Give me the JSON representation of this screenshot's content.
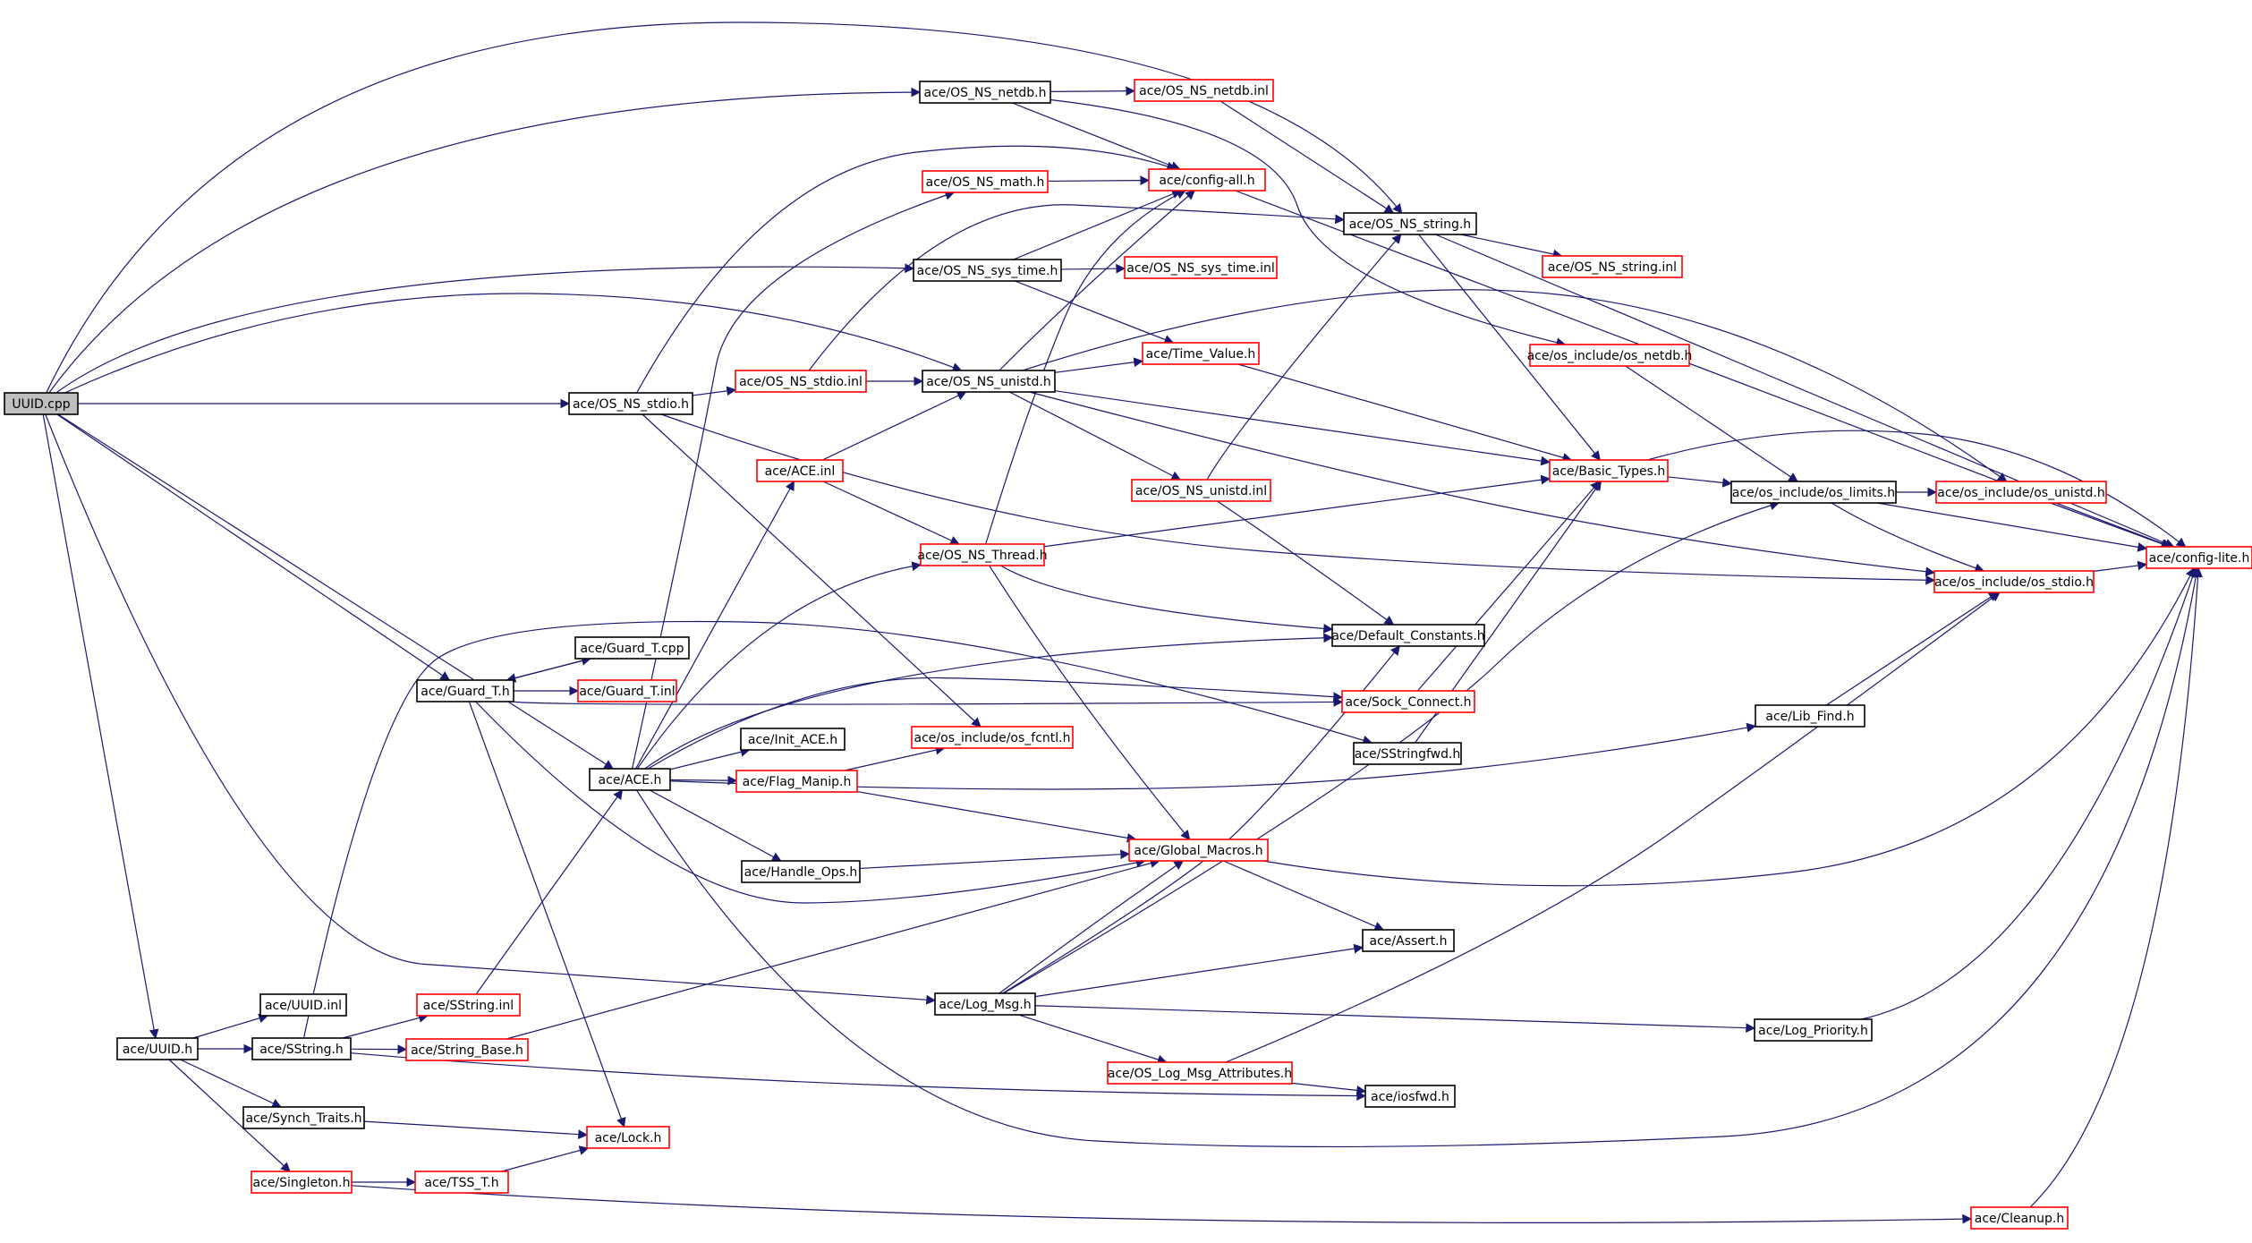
{
  "colors": {
    "edge": "#191970",
    "node_border_default": "#000000",
    "node_border_red": "#ff0000",
    "root_fill": "#bfbfbf",
    "node_fill": "#ffffff"
  },
  "nodes": [
    {
      "id": "uuid_cpp",
      "label": "UUID.cpp",
      "root": true
    },
    {
      "id": "os_ns_netdb_h",
      "label": "ace/OS_NS_netdb.h"
    },
    {
      "id": "os_ns_netdb_inl",
      "label": "ace/OS_NS_netdb.inl",
      "red": true
    },
    {
      "id": "config_all_h",
      "label": "ace/config-all.h",
      "red": true
    },
    {
      "id": "os_ns_math_h",
      "label": "ace/OS_NS_math.h",
      "red": true
    },
    {
      "id": "os_ns_string_h",
      "label": "ace/OS_NS_string.h"
    },
    {
      "id": "os_ns_string_inl",
      "label": "ace/OS_NS_string.inl",
      "red": true
    },
    {
      "id": "os_ns_sys_time_h",
      "label": "ace/OS_NS_sys_time.h"
    },
    {
      "id": "os_ns_sys_time_inl",
      "label": "ace/OS_NS_sys_time.inl",
      "red": true
    },
    {
      "id": "time_value_h",
      "label": "ace/Time_Value.h",
      "red": true
    },
    {
      "id": "os_include_os_netdb_h",
      "label": "ace/os_include/os_netdb.h",
      "red": true
    },
    {
      "id": "os_ns_stdio_h",
      "label": "ace/OS_NS_stdio.h"
    },
    {
      "id": "os_ns_stdio_inl",
      "label": "ace/OS_NS_stdio.inl",
      "red": true
    },
    {
      "id": "os_ns_unistd_h",
      "label": "ace/OS_NS_unistd.h"
    },
    {
      "id": "ace_inl",
      "label": "ace/ACE.inl",
      "red": true
    },
    {
      "id": "basic_types_h",
      "label": "ace/Basic_Types.h",
      "red": true
    },
    {
      "id": "os_ns_unistd_inl",
      "label": "ace/OS_NS_unistd.inl",
      "red": true
    },
    {
      "id": "os_include_os_limits_h",
      "label": "ace/os_include/os_limits.h"
    },
    {
      "id": "os_include_os_unistd_h",
      "label": "ace/os_include/os_unistd.h",
      "red": true
    },
    {
      "id": "config_lite_h",
      "label": "ace/config-lite.h",
      "red": true
    },
    {
      "id": "os_ns_thread_h",
      "label": "ace/OS_NS_Thread.h",
      "red": true
    },
    {
      "id": "os_include_os_stdio_h",
      "label": "ace/os_include/os_stdio.h",
      "red": true
    },
    {
      "id": "default_constants_h",
      "label": "ace/Default_Constants.h"
    },
    {
      "id": "guard_t_cpp",
      "label": "ace/Guard_T.cpp"
    },
    {
      "id": "guard_t_h",
      "label": "ace/Guard_T.h"
    },
    {
      "id": "guard_t_inl",
      "label": "ace/Guard_T.inl",
      "red": true
    },
    {
      "id": "sock_connect_h",
      "label": "ace/Sock_Connect.h",
      "red": true
    },
    {
      "id": "lib_find_h",
      "label": "ace/Lib_Find.h"
    },
    {
      "id": "init_ace_h",
      "label": "ace/Init_ACE.h"
    },
    {
      "id": "os_include_os_fcntl_h",
      "label": "ace/os_include/os_fcntl.h",
      "red": true
    },
    {
      "id": "sstringfwd_h",
      "label": "ace/SStringfwd.h"
    },
    {
      "id": "ace_h",
      "label": "ace/ACE.h"
    },
    {
      "id": "flag_manip_h",
      "label": "ace/Flag_Manip.h",
      "red": true
    },
    {
      "id": "global_macros_h",
      "label": "ace/Global_Macros.h",
      "red": true
    },
    {
      "id": "handle_ops_h",
      "label": "ace/Handle_Ops.h"
    },
    {
      "id": "assert_h",
      "label": "ace/Assert.h"
    },
    {
      "id": "uuid_inl",
      "label": "ace/UUID.inl"
    },
    {
      "id": "sstring_inl",
      "label": "ace/SString.inl",
      "red": true
    },
    {
      "id": "log_msg_h",
      "label": "ace/Log_Msg.h"
    },
    {
      "id": "uuid_h",
      "label": "ace/UUID.h"
    },
    {
      "id": "sstring_h",
      "label": "ace/SString.h"
    },
    {
      "id": "string_base_h",
      "label": "ace/String_Base.h",
      "red": true
    },
    {
      "id": "log_priority_h",
      "label": "ace/Log_Priority.h"
    },
    {
      "id": "os_log_msg_attributes_h",
      "label": "ace/OS_Log_Msg_Attributes.h",
      "red": true
    },
    {
      "id": "iosfwd_h",
      "label": "ace/iosfwd.h"
    },
    {
      "id": "synch_traits_h",
      "label": "ace/Synch_Traits.h"
    },
    {
      "id": "lock_h",
      "label": "ace/Lock.h",
      "red": true
    },
    {
      "id": "singleton_h",
      "label": "ace/Singleton.h",
      "red": true
    },
    {
      "id": "tss_t_h",
      "label": "ace/TSS_T.h",
      "red": true
    },
    {
      "id": "cleanup_h",
      "label": "ace/Cleanup.h",
      "red": true
    }
  ],
  "edges": [
    [
      "uuid_cpp",
      "os_ns_netdb_h"
    ],
    [
      "uuid_cpp",
      "os_ns_string_h"
    ],
    [
      "uuid_cpp",
      "os_ns_sys_time_h"
    ],
    [
      "uuid_cpp",
      "os_ns_unistd_h"
    ],
    [
      "uuid_cpp",
      "os_ns_stdio_h"
    ],
    [
      "uuid_cpp",
      "guard_t_h"
    ],
    [
      "uuid_cpp",
      "ace_h"
    ],
    [
      "uuid_cpp",
      "log_msg_h"
    ],
    [
      "uuid_cpp",
      "uuid_h"
    ],
    [
      "os_ns_netdb_h",
      "os_ns_netdb_inl"
    ],
    [
      "os_ns_netdb_h",
      "config_all_h"
    ],
    [
      "os_ns_netdb_h",
      "os_include_os_netdb_h"
    ],
    [
      "os_ns_netdb_inl",
      "os_ns_string_h"
    ],
    [
      "config_all_h",
      "config_lite_h"
    ],
    [
      "os_ns_math_h",
      "config_all_h"
    ],
    [
      "os_ns_string_h",
      "os_ns_string_inl"
    ],
    [
      "os_ns_string_h",
      "basic_types_h"
    ],
    [
      "os_ns_string_h",
      "config_lite_h"
    ],
    [
      "os_ns_sys_time_h",
      "os_ns_sys_time_inl"
    ],
    [
      "os_ns_sys_time_h",
      "time_value_h"
    ],
    [
      "os_ns_sys_time_h",
      "config_all_h"
    ],
    [
      "time_value_h",
      "basic_types_h"
    ],
    [
      "os_include_os_netdb_h",
      "os_include_os_limits_h"
    ],
    [
      "os_ns_stdio_h",
      "os_ns_stdio_inl"
    ],
    [
      "os_ns_stdio_h",
      "config_all_h"
    ],
    [
      "os_ns_stdio_h",
      "os_include_os_stdio_h"
    ],
    [
      "os_ns_stdio_h",
      "os_include_os_fcntl_h"
    ],
    [
      "os_ns_stdio_inl",
      "os_ns_unistd_h"
    ],
    [
      "os_ns_stdio_inl",
      "os_ns_string_h"
    ],
    [
      "os_ns_unistd_h",
      "time_value_h"
    ],
    [
      "os_ns_unistd_h",
      "basic_types_h"
    ],
    [
      "os_ns_unistd_h",
      "os_ns_unistd_inl"
    ],
    [
      "os_ns_unistd_h",
      "os_include_os_unistd_h"
    ],
    [
      "os_ns_unistd_h",
      "os_include_os_stdio_h"
    ],
    [
      "os_ns_unistd_h",
      "config_all_h"
    ],
    [
      "os_ns_unistd_inl",
      "os_ns_string_h"
    ],
    [
      "os_ns_unistd_inl",
      "default_constants_h"
    ],
    [
      "ace_inl",
      "os_ns_unistd_h"
    ],
    [
      "ace_inl",
      "os_ns_thread_h"
    ],
    [
      "basic_types_h",
      "os_include_os_limits_h"
    ],
    [
      "basic_types_h",
      "config_lite_h"
    ],
    [
      "os_include_os_limits_h",
      "os_include_os_unistd_h"
    ],
    [
      "os_include_os_limits_h",
      "config_lite_h"
    ],
    [
      "os_include_os_limits_h",
      "os_include_os_stdio_h"
    ],
    [
      "os_include_os_unistd_h",
      "config_lite_h"
    ],
    [
      "os_include_os_stdio_h",
      "config_lite_h"
    ],
    [
      "os_ns_thread_h",
      "basic_types_h"
    ],
    [
      "os_ns_thread_h",
      "config_all_h"
    ],
    [
      "os_ns_thread_h",
      "default_constants_h"
    ],
    [
      "os_ns_thread_h",
      "global_macros_h"
    ],
    [
      "guard_t_h",
      "guard_t_cpp"
    ],
    [
      "guard_t_h",
      "guard_t_inl"
    ],
    [
      "guard_t_h",
      "lock_h"
    ],
    [
      "guard_t_h",
      "global_macros_h"
    ],
    [
      "guard_t_h",
      "sock_connect_h"
    ],
    [
      "guard_t_cpp",
      "guard_t_h"
    ],
    [
      "sock_connect_h",
      "basic_types_h"
    ],
    [
      "sstringfwd_h",
      "basic_types_h"
    ],
    [
      "lib_find_h",
      "os_include_os_stdio_h"
    ],
    [
      "ace_h",
      "ace_inl"
    ],
    [
      "ace_h",
      "os_ns_math_h"
    ],
    [
      "ace_h",
      "os_ns_thread_h"
    ],
    [
      "ace_h",
      "default_constants_h"
    ],
    [
      "ace_h",
      "sock_connect_h"
    ],
    [
      "ace_h",
      "init_ace_h"
    ],
    [
      "ace_h",
      "flag_manip_h"
    ],
    [
      "ace_h",
      "handle_ops_h"
    ],
    [
      "ace_h",
      "lib_find_h"
    ],
    [
      "ace_h",
      "config_lite_h"
    ],
    [
      "flag_manip_h",
      "os_include_os_fcntl_h"
    ],
    [
      "flag_manip_h",
      "global_macros_h"
    ],
    [
      "handle_ops_h",
      "global_macros_h"
    ],
    [
      "global_macros_h",
      "assert_h"
    ],
    [
      "global_macros_h",
      "config_lite_h"
    ],
    [
      "log_msg_h",
      "global_macros_h"
    ],
    [
      "log_msg_h",
      "default_constants_h"
    ],
    [
      "log_msg_h",
      "assert_h"
    ],
    [
      "log_msg_h",
      "log_priority_h"
    ],
    [
      "log_msg_h",
      "os_log_msg_attributes_h"
    ],
    [
      "log_msg_h",
      "os_include_os_limits_h"
    ],
    [
      "log_priority_h",
      "config_lite_h"
    ],
    [
      "os_log_msg_attributes_h",
      "iosfwd_h"
    ],
    [
      "os_log_msg_attributes_h",
      "os_include_os_stdio_h"
    ],
    [
      "uuid_h",
      "uuid_inl"
    ],
    [
      "uuid_h",
      "sstring_h"
    ],
    [
      "uuid_h",
      "synch_traits_h"
    ],
    [
      "uuid_h",
      "singleton_h"
    ],
    [
      "sstring_h",
      "sstring_inl"
    ],
    [
      "sstring_h",
      "string_base_h"
    ],
    [
      "sstring_h",
      "sstringfwd_h"
    ],
    [
      "sstring_h",
      "iosfwd_h"
    ],
    [
      "sstring_inl",
      "ace_h"
    ],
    [
      "string_base_h",
      "global_macros_h"
    ],
    [
      "synch_traits_h",
      "lock_h"
    ],
    [
      "singleton_h",
      "tss_t_h"
    ],
    [
      "singleton_h",
      "cleanup_h"
    ],
    [
      "tss_t_h",
      "lock_h"
    ],
    [
      "cleanup_h",
      "config_lite_h"
    ]
  ]
}
